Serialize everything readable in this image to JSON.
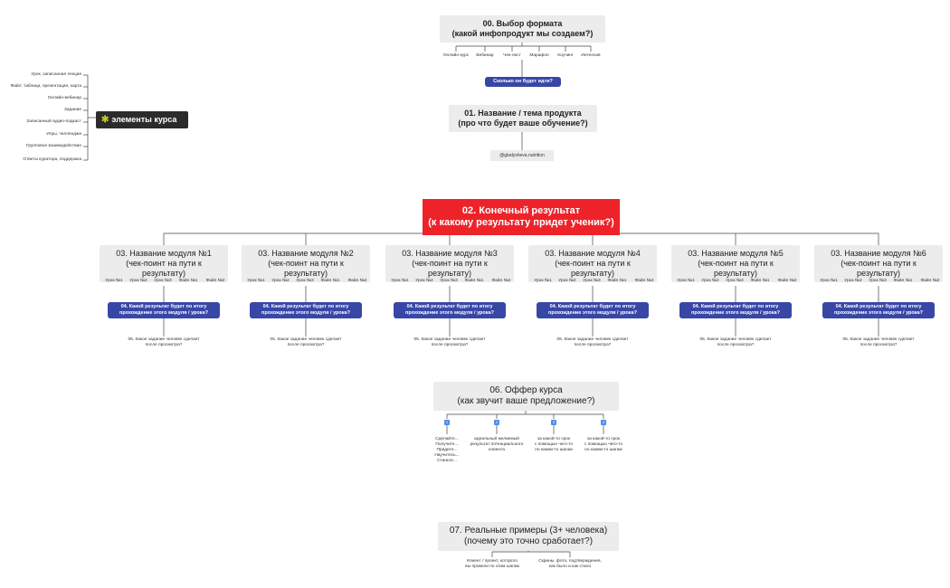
{
  "format": {
    "title_line1": "00. Выбор формата",
    "title_line2": "(какой инфопродукт мы создаем?)",
    "options": [
      "Онлайн-курс",
      "Вебинар",
      "Чек-лист",
      "Марафон",
      "Коучинг",
      "Интенсив"
    ],
    "question": "Сколько он будет идти?"
  },
  "course_elements": {
    "title": "элементы курса",
    "items": [
      "Урок, записанная лекция",
      "Файл: таблица, презентация, карта",
      "Онлайн-вебинар",
      "Задание",
      "Записанный аудио-подкаст",
      "Игры, челленджи",
      "Групповое взаимодействие",
      "Ответы куратора, поддержка"
    ]
  },
  "product": {
    "title_line1": "01. Название / тема продукта",
    "title_line2": "(про что будет ваше обучение?)",
    "author": "@gladysheva.nutrition"
  },
  "result": {
    "title_line1": "02. Конечный результат",
    "title_line2": "(к какому результату придет ученик?)"
  },
  "modules": [
    {
      "title": "03. Название модуля №1",
      "subtitle": "(чек-поинт на пути к результату)",
      "lessons": [
        "Урок №1",
        "Урок №2",
        "Урок №3",
        "Файл №1",
        "Файл №2"
      ],
      "question": "04. Какой результат будет по итогу прохождение этого модуля / урока?",
      "task": "05. Какое задание человек сделает после просмотра?"
    },
    {
      "title": "03. Название модуля №2",
      "subtitle": "(чек-поинт на пути к результату)",
      "lessons": [
        "Урок №1",
        "Урок №2",
        "Урок №3",
        "Файл №1",
        "Файл №2"
      ],
      "question": "04. Какой результат будет по итогу прохождение этого модуля / урока?",
      "task": "05. Какое задание человек сделает после просмотра?"
    },
    {
      "title": "03. Название модуля №3",
      "subtitle": "(чек-поинт на пути к результату)",
      "lessons": [
        "Урок №1",
        "Урок №2",
        "Урок №3",
        "Файл №1",
        "Файл №2"
      ],
      "question": "04. Какой результат будет по итогу прохождение этого модуля / урока?",
      "task": "05. Какое задание человек сделает после просмотра?"
    },
    {
      "title": "03. Название модуля №4",
      "subtitle": "(чек-поинт на пути к результату)",
      "lessons": [
        "Урок №1",
        "Урок №2",
        "Урок №3",
        "Файл №1",
        "Файл №2"
      ],
      "question": "04. Какой результат будет по итогу прохождение этого модуля / урока?",
      "task": "05. Какое задание человек сделает после просмотра?"
    },
    {
      "title": "03. Название модуля №5",
      "subtitle": "(чек-поинт на пути к результату)",
      "lessons": [
        "Урок №1",
        "Урок №2",
        "Урок №3",
        "Файл №1",
        "Файл №2"
      ],
      "question": "04. Какой результат будет по итогу прохождение этого модуля / урока?",
      "task": "05. Какое задание человек сделает после просмотра?"
    },
    {
      "title": "03. Название модуля №6",
      "subtitle": "(чек-поинт на пути к результату)",
      "lessons": [
        "Урок №1",
        "Урок №2",
        "Урок №3",
        "Файл №1",
        "Файл №2"
      ],
      "question": "04. Какой результат будет по итогу прохождение этого модуля / урока?",
      "task": "05. Какое задание человек сделает после просмотра?"
    }
  ],
  "offer": {
    "title_line1": "06. Оффер курса",
    "title_line2": "(как звучит ваше предложение?)",
    "steps": [
      {
        "num": "1",
        "text": "Сделайте...\nПолучите...\nПридите...\nНаучитесь...\nСтаньте..."
      },
      {
        "num": "2",
        "text": "идеальный желаемый\nрезультат потенциального\nклиента"
      },
      {
        "num": "3",
        "text": "за какой-то срок\nс помощью чего-то\nпо каким-то шагам"
      },
      {
        "num": "4",
        "text": "за какой-то срок\nс помощью чего-то\nпо каким-то шагам"
      }
    ]
  },
  "examples": {
    "title_line1": "07. Реальные примеры (3+ человека)",
    "title_line2": "(почему это точно сработает?)",
    "items": [
      "Клиент / проект, которого\nвы провели по этим шагам",
      "Скрины, фото, подтверждения,\nкак было и как стало"
    ]
  }
}
